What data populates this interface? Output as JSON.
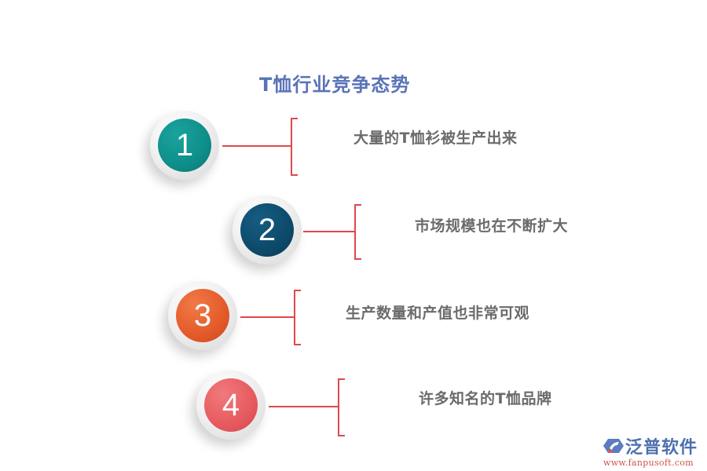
{
  "title": "T恤行业竞争态势",
  "colors": {
    "title": "#5a73b8",
    "connector": "#e0484a",
    "label": "#6b6b6b"
  },
  "items": [
    {
      "number": "1",
      "label": "大量的T恤衫被生产出来",
      "color": "#0e8e8a"
    },
    {
      "number": "2",
      "label": "市场规模也在不断扩大",
      "color": "#0d4a6a"
    },
    {
      "number": "3",
      "label": "生产数量和产值也非常可观",
      "color": "#e45a2a"
    },
    {
      "number": "4",
      "label": "许多知名的T恤品牌",
      "color": "#e65a5e"
    }
  ],
  "logo": {
    "name": "泛普软件",
    "url": "www.fanpusoft.com",
    "icon": "fanpu-logo-icon"
  }
}
